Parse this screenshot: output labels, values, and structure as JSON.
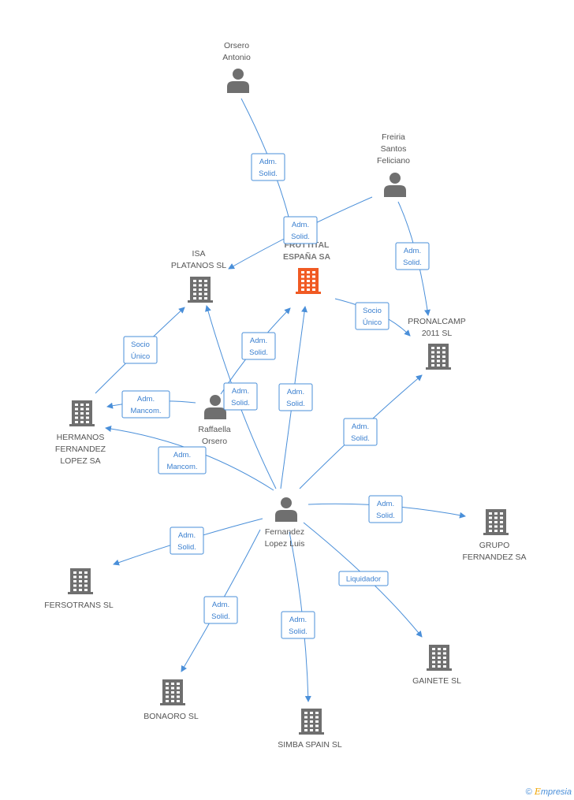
{
  "nodes": [
    {
      "id": "orsero_antonio",
      "type": "person",
      "label": [
        "Orsero",
        "Antonio"
      ]
    },
    {
      "id": "freiria",
      "type": "person",
      "label": [
        "Freiria",
        "Santos",
        "Feliciano"
      ]
    },
    {
      "id": "fruttital",
      "type": "company",
      "main": true,
      "label": [
        "FRUTTITAL",
        "ESPAÑA SA"
      ]
    },
    {
      "id": "isa",
      "type": "company",
      "label": [
        "ISA",
        "PLATANOS SL"
      ]
    },
    {
      "id": "pronalcamp",
      "type": "company",
      "label": [
        "PRONALCAMP",
        "2011 SL"
      ]
    },
    {
      "id": "raffaella",
      "type": "person",
      "label": [
        "Raffaella",
        "Orsero"
      ]
    },
    {
      "id": "hermanos",
      "type": "company",
      "label": [
        "HERMANOS",
        "FERNANDEZ",
        "LOPEZ SA"
      ]
    },
    {
      "id": "fernandez",
      "type": "person",
      "label": [
        "Fernandez",
        "Lopez Luis"
      ]
    },
    {
      "id": "grupo",
      "type": "company",
      "label": [
        "GRUPO",
        "FERNANDEZ SA"
      ]
    },
    {
      "id": "fersotrans",
      "type": "company",
      "label": [
        "FERSOTRANS SL"
      ]
    },
    {
      "id": "gainete",
      "type": "company",
      "label": [
        "GAINETE SL"
      ]
    },
    {
      "id": "bonaoro",
      "type": "company",
      "label": [
        "BONAORO SL"
      ]
    },
    {
      "id": "simba",
      "type": "company",
      "label": [
        "SIMBA SPAIN  SL"
      ]
    }
  ],
  "edges": [
    {
      "from": "orsero_antonio",
      "to": "fruttital",
      "label": [
        "Adm.",
        "Solid."
      ]
    },
    {
      "from": "freiria",
      "to": "isa",
      "label": [
        "Adm.",
        "Solid."
      ]
    },
    {
      "from": "freiria",
      "to": "pronalcamp",
      "label": [
        "Adm.",
        "Solid."
      ]
    },
    {
      "from": "fruttital",
      "to": "pronalcamp",
      "label": [
        "Socio",
        "Único"
      ]
    },
    {
      "from": "hermanos",
      "to": "isa",
      "label": [
        "Socio",
        "Único"
      ]
    },
    {
      "from": "raffaella",
      "to": "hermanos",
      "label": [
        "Adm.",
        "Mancom."
      ]
    },
    {
      "from": "raffaella",
      "to": "fruttital",
      "label": [
        "Adm.",
        "Solid."
      ]
    },
    {
      "from": "fernandez",
      "to": "isa",
      "label": [
        "Adm.",
        "Solid."
      ]
    },
    {
      "from": "fernandez",
      "to": "fruttital",
      "label": [
        "Adm.",
        "Solid."
      ]
    },
    {
      "from": "fernandez",
      "to": "hermanos",
      "label": [
        "Adm.",
        "Mancom."
      ]
    },
    {
      "from": "fernandez",
      "to": "pronalcamp",
      "label": [
        "Adm.",
        "Solid."
      ]
    },
    {
      "from": "fernandez",
      "to": "grupo",
      "label": [
        "Adm.",
        "Solid."
      ]
    },
    {
      "from": "fernandez",
      "to": "fersotrans",
      "label": [
        "Adm.",
        "Solid."
      ]
    },
    {
      "from": "fernandez",
      "to": "gainete",
      "label": [
        "Liquidador"
      ]
    },
    {
      "from": "fernandez",
      "to": "bonaoro",
      "label": [
        "Adm.",
        "Solid."
      ]
    },
    {
      "from": "fernandez",
      "to": "simba",
      "label": [
        "Adm.",
        "Solid."
      ]
    }
  ],
  "footer": {
    "copyright": "©",
    "brand_initial": "E",
    "brand_rest": "mpresia"
  },
  "colors": {
    "edge": "#4a8fd9",
    "node": "#6f6f6f",
    "main": "#f05a23"
  }
}
